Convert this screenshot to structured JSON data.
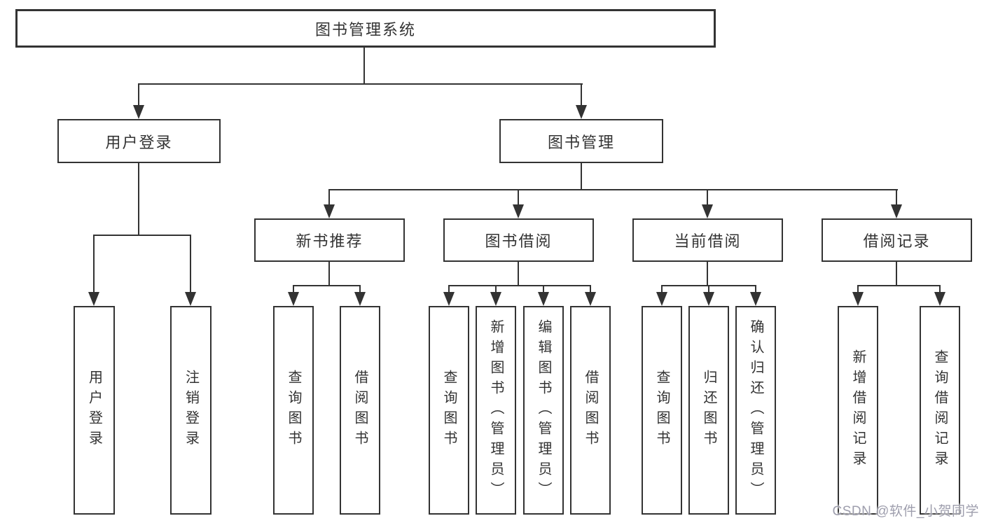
{
  "diagram": {
    "root": {
      "label": "图书管理系统"
    },
    "branches": [
      {
        "label": "用户登录",
        "leaves": [
          "用户登录",
          "注销登录"
        ]
      },
      {
        "label": "图书管理",
        "groups": [
          {
            "label": "新书推荐",
            "leaves": [
              "查询图书",
              "借阅图书"
            ]
          },
          {
            "label": "图书借阅",
            "leaves": [
              "查询图书",
              "新增图书（管理员）",
              "编辑图书（管理员）",
              "借阅图书"
            ]
          },
          {
            "label": "当前借阅",
            "leaves": [
              "查询图书",
              "归还图书",
              "确认归还（管理员）"
            ]
          },
          {
            "label": "借阅记录",
            "leaves": [
              "新增借阅记录",
              "查询借阅记录"
            ]
          }
        ]
      }
    ]
  },
  "watermark": {
    "text": "CSDN @软件_小贺同学"
  },
  "colors": {
    "line": "#333333",
    "text": "#333333",
    "background": "#ffffff",
    "watermark": "#9e9ead"
  }
}
